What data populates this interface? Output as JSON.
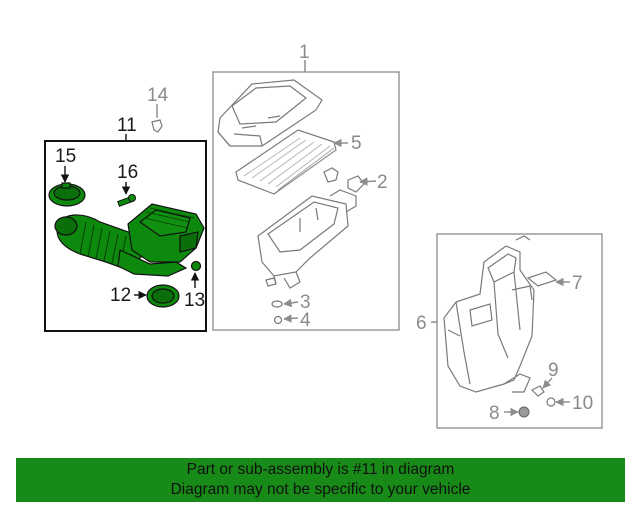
{
  "callouts": {
    "n1": "1",
    "n2": "2",
    "n3": "3",
    "n4": "4",
    "n5": "5",
    "n6": "6",
    "n7": "7",
    "n8": "8",
    "n9": "9",
    "n10": "10",
    "n11": "11",
    "n12": "12",
    "n13": "13",
    "n14": "14",
    "n15": "15",
    "n16": "16"
  },
  "footer": {
    "line1": "Part or sub-assembly is #11 in diagram",
    "line2": "Diagram may not be specific to your vehicle"
  },
  "colors": {
    "highlight_fill": "#0d8a0d",
    "footer_bg": "#188a18",
    "gray_line": "#8c8c8c",
    "dark_line": "#111111"
  }
}
